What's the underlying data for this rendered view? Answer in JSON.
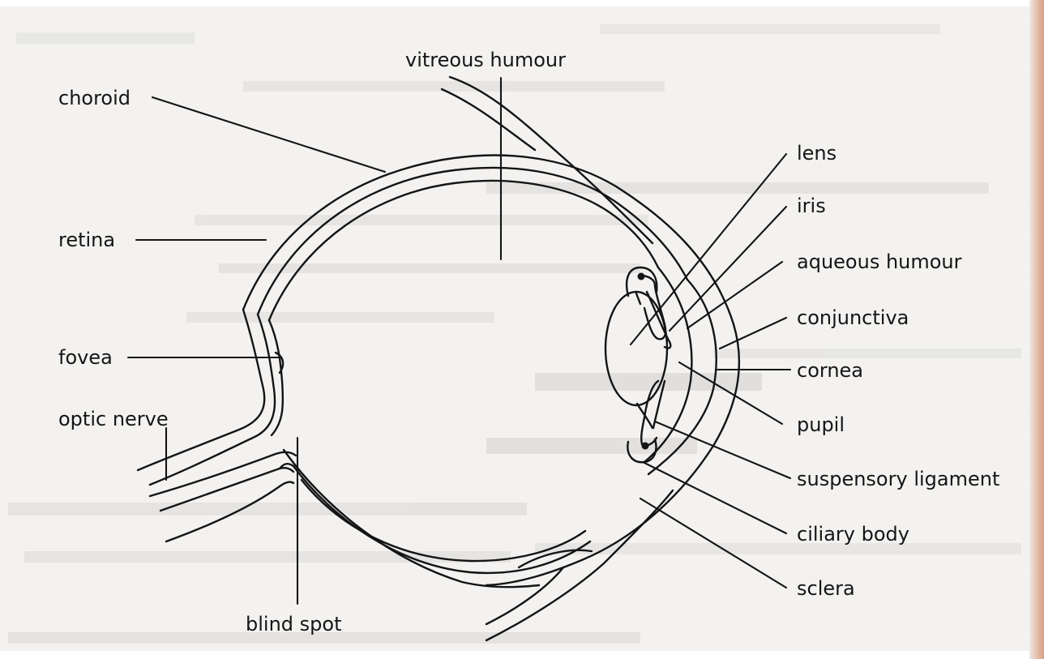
{
  "labels": {
    "vitreous_humour": "vitreous humour",
    "choroid": "choroid",
    "retina": "retina",
    "fovea": "fovea",
    "optic_nerve": "optic nerve",
    "blind_spot": "blind spot",
    "lens": "lens",
    "iris": "iris",
    "aqueous_humour": "aqueous humour",
    "conjunctiva": "conjunctiva",
    "cornea": "cornea",
    "pupil": "pupil",
    "suspensory_ligament": "suspensory ligament",
    "ciliary_body": "ciliary body",
    "sclera": "sclera"
  },
  "colors": {
    "ink": "#141414",
    "paper": "#f3f2f0"
  }
}
